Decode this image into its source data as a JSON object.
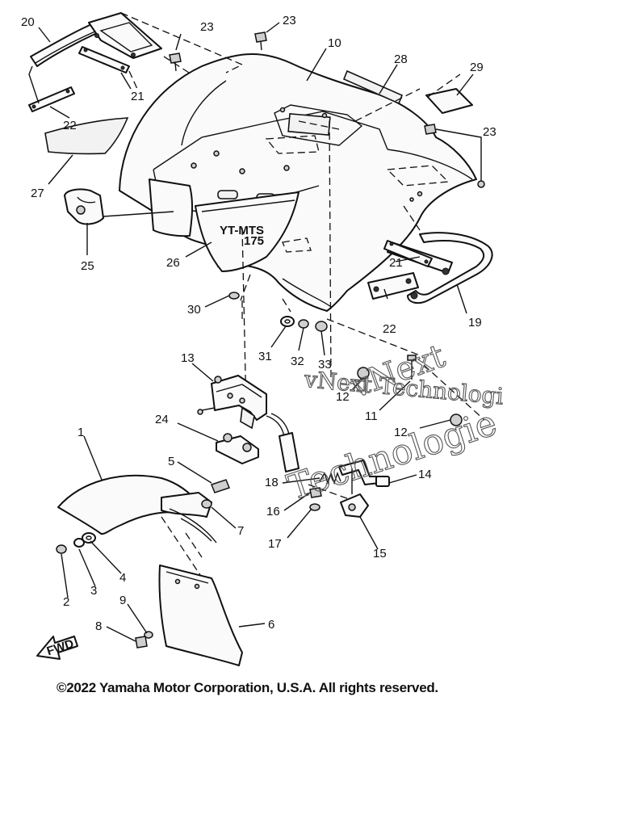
{
  "callouts": [
    {
      "id": "c20",
      "label": "20"
    },
    {
      "id": "c23a",
      "label": "23"
    },
    {
      "id": "c23b",
      "label": "23"
    },
    {
      "id": "c10",
      "label": "10"
    },
    {
      "id": "c28",
      "label": "28"
    },
    {
      "id": "c29",
      "label": "29"
    },
    {
      "id": "c21a",
      "label": "21"
    },
    {
      "id": "c22a",
      "label": "22"
    },
    {
      "id": "c23c",
      "label": "23"
    },
    {
      "id": "c27",
      "label": "27"
    },
    {
      "id": "c25",
      "label": "25"
    },
    {
      "id": "c26",
      "label": "26"
    },
    {
      "id": "c21b",
      "label": "21"
    },
    {
      "id": "c22b",
      "label": "22"
    },
    {
      "id": "c19",
      "label": "19"
    },
    {
      "id": "c30",
      "label": "30"
    },
    {
      "id": "c31",
      "label": "31"
    },
    {
      "id": "c32",
      "label": "32"
    },
    {
      "id": "c33",
      "label": "33"
    },
    {
      "id": "c13",
      "label": "13"
    },
    {
      "id": "c12a",
      "label": "12"
    },
    {
      "id": "c11",
      "label": "11"
    },
    {
      "id": "c12b",
      "label": "12"
    },
    {
      "id": "c24",
      "label": "24"
    },
    {
      "id": "c1",
      "label": "1"
    },
    {
      "id": "c5",
      "label": "5"
    },
    {
      "id": "c18",
      "label": "18"
    },
    {
      "id": "c14",
      "label": "14"
    },
    {
      "id": "c16",
      "label": "16"
    },
    {
      "id": "c7",
      "label": "7"
    },
    {
      "id": "c17",
      "label": "17"
    },
    {
      "id": "c15",
      "label": "15"
    },
    {
      "id": "c4",
      "label": "4"
    },
    {
      "id": "c3",
      "label": "3"
    },
    {
      "id": "c2",
      "label": "2"
    },
    {
      "id": "c9",
      "label": "9"
    },
    {
      "id": "c6",
      "label": "6"
    },
    {
      "id": "c8",
      "label": "8"
    }
  ],
  "fender_decal_text": "YT-MTS",
  "fender_decal_sub": "175",
  "fwd_label": "FWD",
  "watermark_line1": "vNext",
  "watermark_line2": "vNext Technologi",
  "watermark_line3": "Technologie",
  "copyright": "©2022 Yamaha Motor Corporation, U.S.A. All rights reserved."
}
